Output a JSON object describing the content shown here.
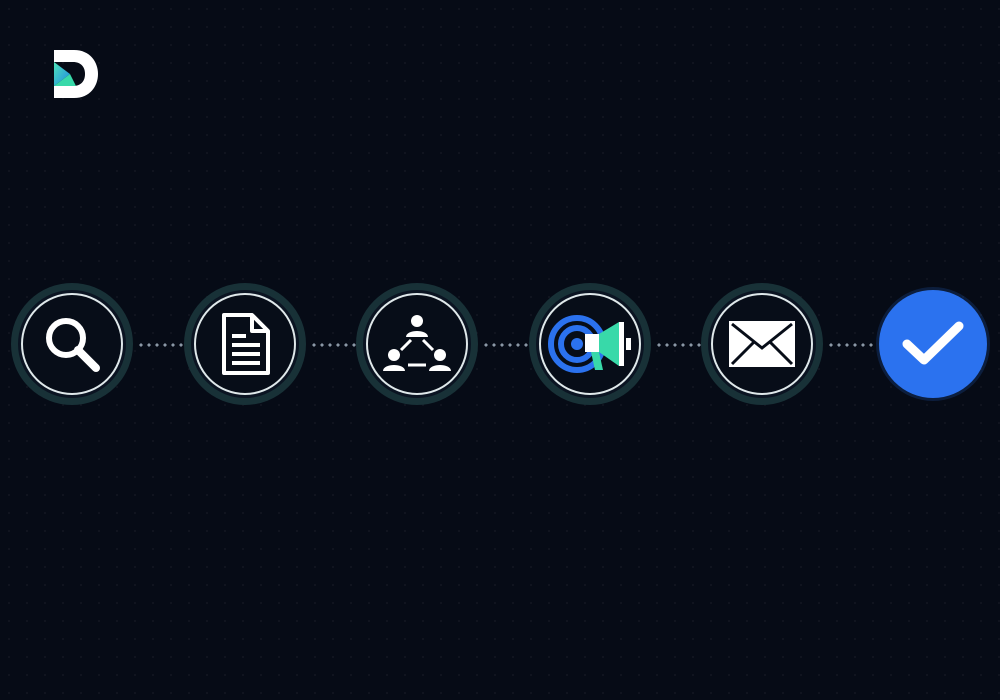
{
  "brand": {
    "logo_icon": "d-letter-logo-icon",
    "colors": [
      "#38d9a9",
      "#2b72ef",
      "#ffffff"
    ]
  },
  "steps": [
    {
      "icon": "search-icon",
      "style": "outline"
    },
    {
      "icon": "document-icon",
      "style": "outline"
    },
    {
      "icon": "network-people-icon",
      "style": "outline"
    },
    {
      "icon": "target-megaphone-icon",
      "style": "outline"
    },
    {
      "icon": "envelope-icon",
      "style": "outline"
    },
    {
      "icon": "checkmark-icon",
      "style": "filled"
    }
  ],
  "colors": {
    "background": "#060b16",
    "ring": "#183137",
    "ring_inner": "#dfe8ea",
    "accent_blue": "#2b72ef",
    "accent_teal": "#38d9a9",
    "connector": "#8a97a5"
  }
}
